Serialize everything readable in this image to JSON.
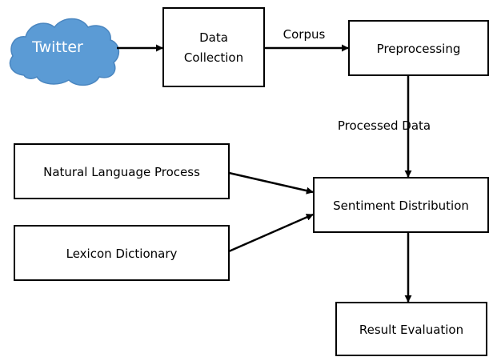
{
  "colors": {
    "cloud_fill": "#5b9bd5",
    "cloud_text": "#ffffff",
    "box_stroke": "#000000",
    "arrow": "#000000"
  },
  "nodes": {
    "twitter": {
      "label": "Twitter",
      "shape": "cloud"
    },
    "data_collection": {
      "line1": "Data",
      "line2": "Collection"
    },
    "preprocessing": {
      "label": "Preprocessing"
    },
    "nlp": {
      "label": "Natural Language Process"
    },
    "lexicon": {
      "label": "Lexicon Dictionary"
    },
    "sentiment": {
      "label": "Sentiment Distribution"
    },
    "result": {
      "label": "Result Evaluation"
    }
  },
  "edges": {
    "corpus": {
      "label": "Corpus"
    },
    "processed": {
      "label": "Processed Data"
    }
  }
}
